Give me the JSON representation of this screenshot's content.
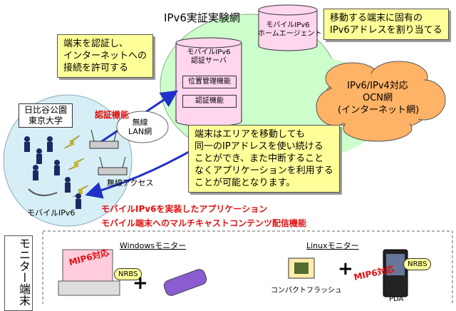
{
  "network": {
    "title": "IPv6実証実験網"
  },
  "home_agent": {
    "label": "モバイルIPv6\nホームエージェント"
  },
  "auth_server": {
    "label": "モバイルIPv6\n認証サーバ",
    "functions": [
      "位置管理機能",
      "認証機能"
    ]
  },
  "notes": {
    "assign": "移動する端末に固有の\nIPv6アドレスを割り当てる",
    "authenticate": "端末を認証し、\nインターネットへの\n接続を許可する",
    "mobility": "端末はエリアを移動しても\n同一のIPアドレスを使い続ける\nことができ、また中断すること\nなくアプリケーションを利用する\nことが可能となります。"
  },
  "ocn": {
    "label": "IPv6/IPv4対応\nOCN網\n(インターネット網)"
  },
  "site": {
    "label": "日比谷公園\n東京大学"
  },
  "labels": {
    "auth_function": "認証機能",
    "wireless_lan": "無線\nLAN網",
    "wireless_access": "無線アクセス",
    "mobile_ipv6": "モバイルIPv6"
  },
  "applications": [
    "モバイルIPv6を実装したアプリケーション",
    "モバイル端末へのマルチキャストコンテンツ配信機能"
  ],
  "monitor": {
    "side_label": "モニター端末",
    "windows_title": "Windowsモニター",
    "linux_title": "Linuxモニター",
    "mip6": "MIP6対応",
    "nrbs": "NRBS",
    "plus": "+",
    "compact_flash": "コンパクトフラッシュ",
    "pda": "PDA"
  },
  "colors": {
    "cloud": "#ccffcc",
    "area": "#d6eef5",
    "ocn": "#ffb366",
    "note": "#ffff99",
    "db": "#ffd6ee",
    "accent_red": "#e01010",
    "arrow_blue": "#2030c8"
  }
}
